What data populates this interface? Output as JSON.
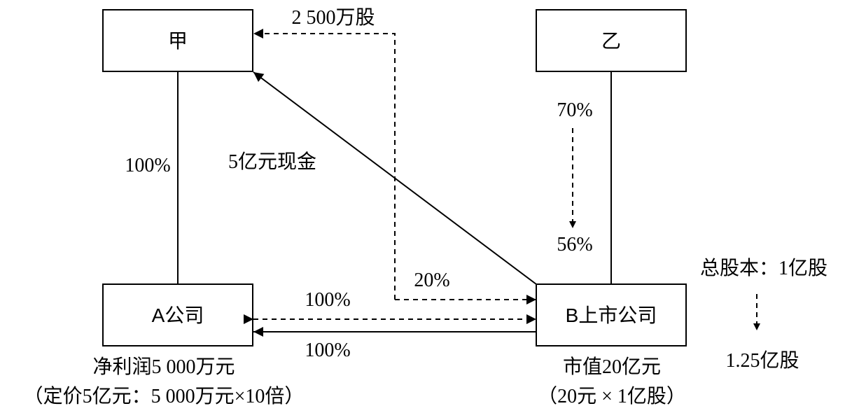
{
  "nodes": {
    "jia": "甲",
    "yi": "乙",
    "a_company": "A公司",
    "b_company": "B上市公司"
  },
  "edges": {
    "jia_a_pct": "100%",
    "cash": "5亿元现金",
    "shares_to_jia": "2 500万股",
    "jia_b_pct": "20%",
    "yi_b_before": "70%",
    "yi_b_after": "56%",
    "a_b_dashed_pct": "100%",
    "a_b_solid_pct": "100%"
  },
  "notes": {
    "a_profit": "净利润5 000万元",
    "a_price": "（定价5亿元：5 000万元×10倍）",
    "b_value": "市值20亿元",
    "b_value_calc": "（20元 × 1亿股）",
    "total_before": "总股本：1亿股",
    "total_after": "1.25亿股"
  }
}
